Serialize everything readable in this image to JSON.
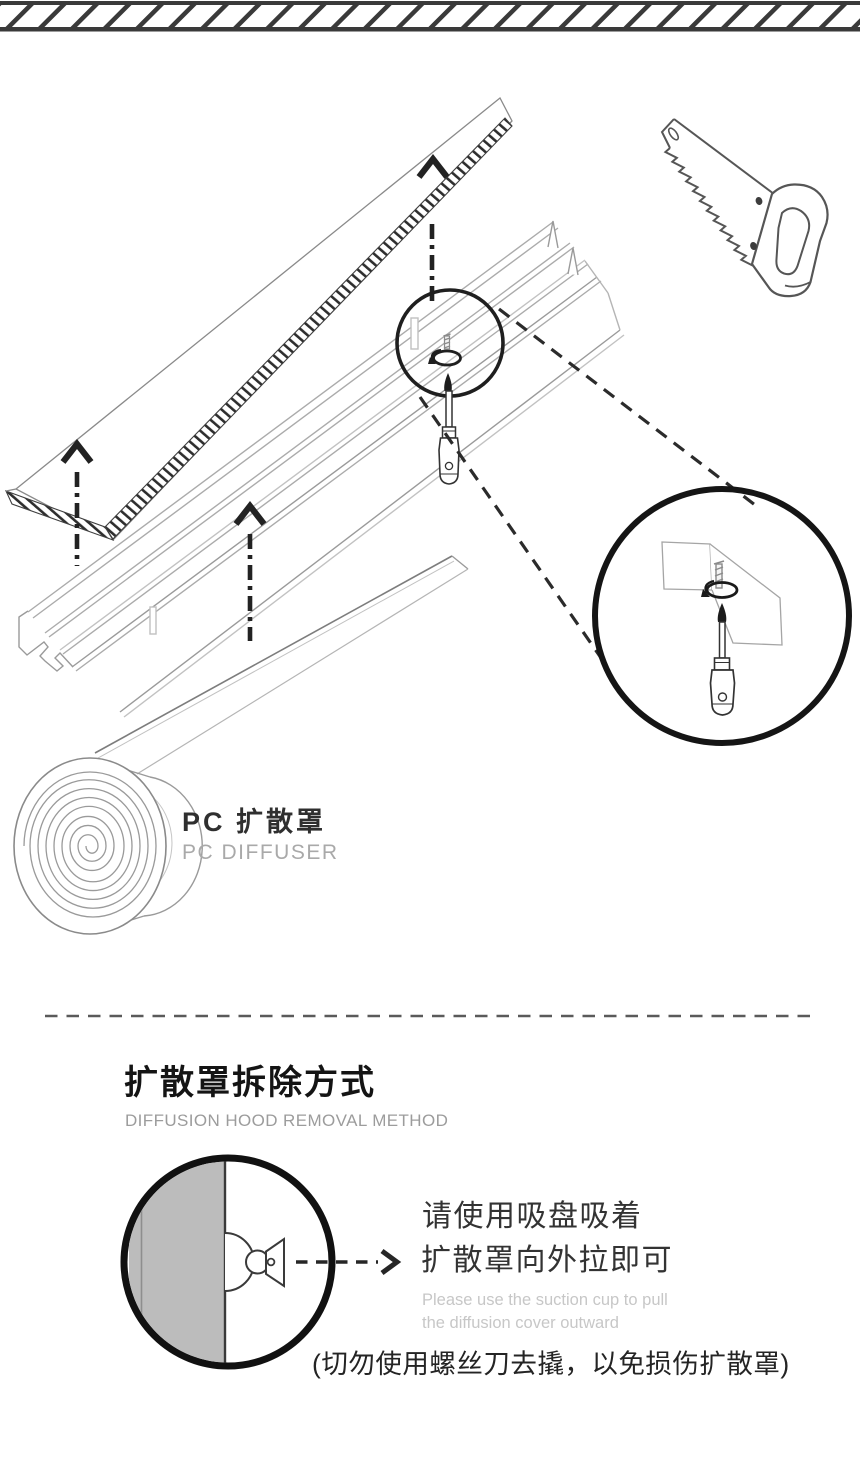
{
  "colors": {
    "ink": "#2b2b2b",
    "light_line": "#9a9a9a",
    "hatch": "#3a3a3a",
    "diffuser_fill": "#bcbcbc",
    "muted_text": "#c7c7c7"
  },
  "diagram": {
    "part_label_cn": "PC 扩散罩",
    "part_label_en": "PC DIFFUSER"
  },
  "removal_section": {
    "title_cn": "扩散罩拆除方式",
    "title_en": "DIFFUSION HOOD REMOVAL METHOD",
    "instruction_cn_line1": "请使用吸盘吸着",
    "instruction_cn_line2": "扩散罩向外拉即可",
    "instruction_en_line1": "Please use the suction cup to pull",
    "instruction_en_line2": "the diffusion cover outward",
    "caution": "(切勿使用螺丝刀去撬，以免损伤扩散罩)"
  }
}
